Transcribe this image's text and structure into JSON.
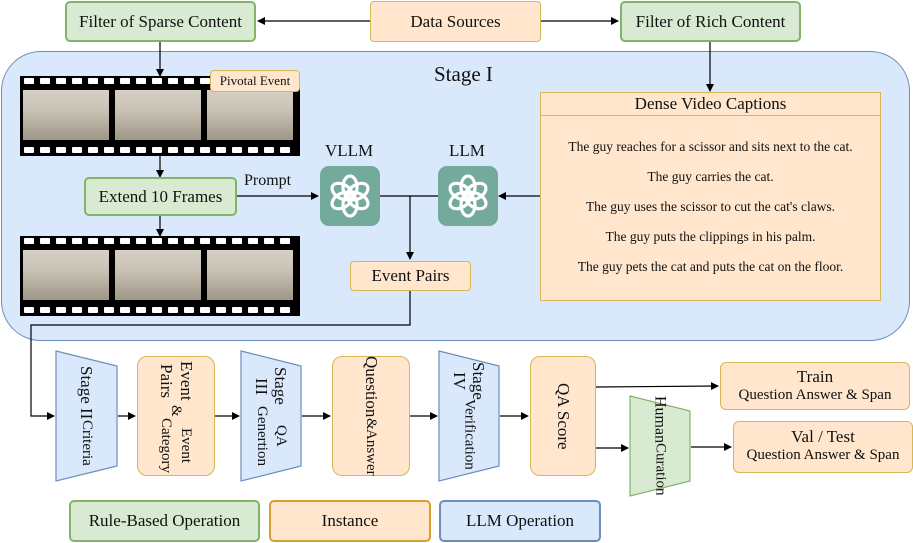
{
  "top": {
    "filter_sparse": "Filter of Sparse Content",
    "data_sources": "Data Sources",
    "filter_rich": "Filter of Rich Content"
  },
  "stage1": {
    "title": "Stage I",
    "pivotal_event": "Pivotal Event",
    "extend_frames": "Extend 10 Frames",
    "prompt": "Prompt",
    "vllm": "VLLM",
    "llm": "LLM",
    "event_pairs": "Event Pairs",
    "dense_captions_title": "Dense Video Captions",
    "captions": [
      "The guy reaches for a scissor and sits next to the cat.",
      "The guy carries the cat.",
      "The guy uses the scissor to cut the cat's claws.",
      "The guy puts the clippings in his palm.",
      "The guy pets the cat  and puts the cat on the floor."
    ]
  },
  "pipeline": {
    "stage2": [
      "Stage II",
      "Criteria"
    ],
    "event_pairs_cat": [
      "Event Pairs",
      "&",
      "Event Category"
    ],
    "stage3": [
      "Stage III",
      "QA Genertion"
    ],
    "qa": [
      "Question",
      "&",
      "Answer"
    ],
    "stage4": [
      "Stage IV",
      "Verification"
    ],
    "qa_score": "QA Score",
    "human_curation": [
      "Human",
      "Curation"
    ],
    "train_title": "Train",
    "train_sub": "Question Answer & Span",
    "valtest_title": "Val / Test",
    "valtest_sub": "Question Answer & Span"
  },
  "legend": {
    "rule_based": "Rule-Based Operation",
    "instance": "Instance",
    "llm_operation": "LLM Operation"
  },
  "colors": {
    "green_fill": "#d9ead3",
    "green_stroke": "#82b366",
    "orange_fill": "#ffe6cc",
    "orange_stroke": "#d6b656",
    "blue_fill": "#dae8fc",
    "blue_stroke": "#6c8ebf",
    "logo": "#74aa9c"
  }
}
